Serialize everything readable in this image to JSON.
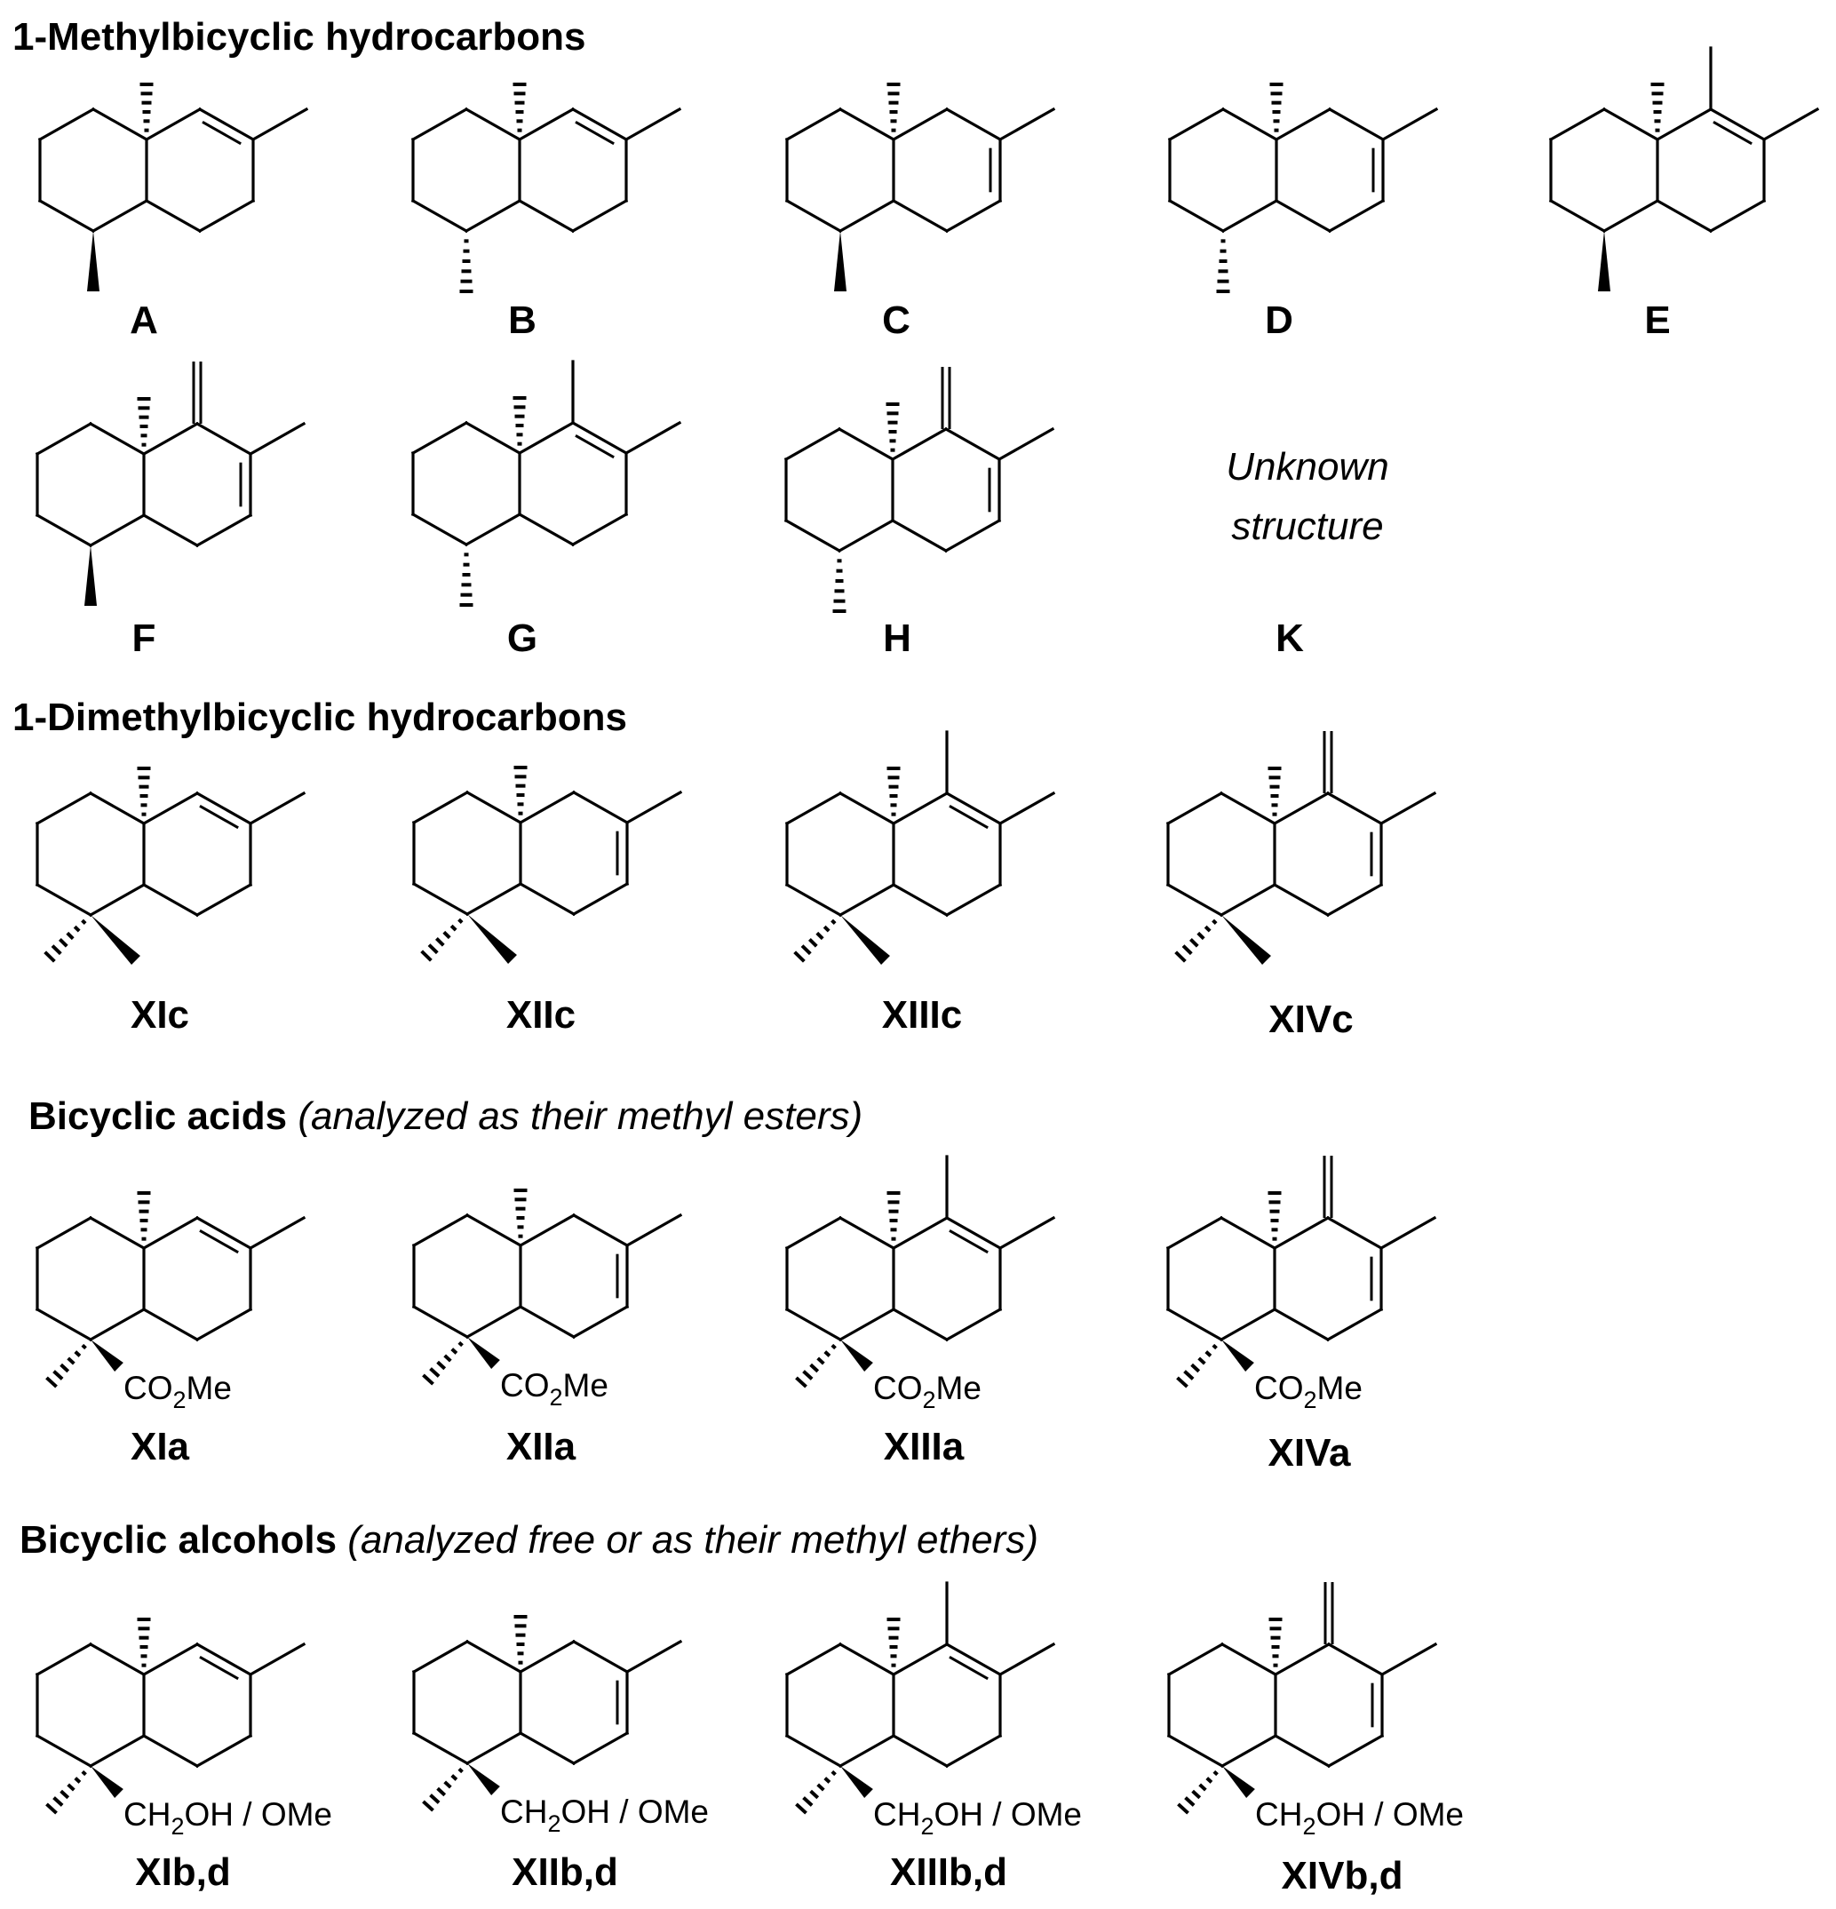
{
  "sections": [
    {
      "bold": "1-Methylbicyclic hydrocarbons",
      "italic": ""
    },
    {
      "bold": "1-Dimethylbicyclic hydrocarbons",
      "italic": ""
    },
    {
      "bold": "Bicyclic acids",
      "italic": "(analyzed as their methyl esters)"
    },
    {
      "bold": "Bicyclic alcohols",
      "italic": "(analyzed free or as their methyl ethers)"
    }
  ],
  "compounds": [
    {
      "id": "A",
      "label": "A",
      "alkene": "c7c8",
      "c4": "beta-methyl"
    },
    {
      "id": "B",
      "label": "B",
      "alkene": "c7c8",
      "c4": "alpha-methyl"
    },
    {
      "id": "C",
      "label": "C",
      "alkene": "c6c7",
      "c4": "beta-methyl"
    },
    {
      "id": "D",
      "label": "D",
      "alkene": "c6c7",
      "c4": "alpha-methyl"
    },
    {
      "id": "E",
      "label": "E",
      "alkene": "c7c8-8methyl",
      "c4": "beta-methyl"
    },
    {
      "id": "F",
      "label": "F",
      "alkene": "c6c7-8methylene",
      "c4": "beta-methyl"
    },
    {
      "id": "G",
      "label": "G",
      "alkene": "c7c8-8methyl",
      "c4": "alpha-methyl"
    },
    {
      "id": "H",
      "label": "H",
      "alkene": "c6c7-8methylene",
      "c4": "alpha-methyl"
    },
    {
      "id": "K",
      "label": "K",
      "unknown_text": [
        "Unknown",
        "structure"
      ]
    },
    {
      "id": "XIc",
      "label": "XIc",
      "alkene": "c7c8",
      "c4": "gem-dimethyl"
    },
    {
      "id": "XIIc",
      "label": "XIIc",
      "alkene": "c6c7",
      "c4": "gem-dimethyl"
    },
    {
      "id": "XIIIc",
      "label": "XIIIc",
      "alkene": "c7c8-8methyl",
      "c4": "gem-dimethyl"
    },
    {
      "id": "XIVc",
      "label": "XIVc",
      "alkene": "c6c7-8methylene",
      "c4": "gem-dimethyl"
    },
    {
      "id": "XIa",
      "label": "XIa",
      "alkene": "c7c8",
      "c4": "ester",
      "substituent": [
        "CO",
        "2",
        "Me"
      ]
    },
    {
      "id": "XIIa",
      "label": "XIIa",
      "alkene": "c6c7",
      "c4": "ester",
      "substituent": [
        "CO",
        "2",
        "Me"
      ]
    },
    {
      "id": "XIIIa",
      "label": "XIIIa",
      "alkene": "c7c8-8methyl",
      "c4": "ester",
      "substituent": [
        "CO",
        "2",
        "Me"
      ]
    },
    {
      "id": "XIVa",
      "label": "XIVa",
      "alkene": "c6c7-8methylene",
      "c4": "ester",
      "substituent": [
        "CO",
        "2",
        "Me"
      ]
    },
    {
      "id": "XIbd",
      "label": "XIb,d",
      "alkene": "c7c8",
      "c4": "alcohol",
      "substituent": [
        "CH",
        "2",
        "OH / OMe"
      ]
    },
    {
      "id": "XIIbd",
      "label": "XIIb,d",
      "alkene": "c6c7",
      "c4": "alcohol",
      "substituent": [
        "CH",
        "2",
        "OH / OMe"
      ]
    },
    {
      "id": "XIIIbd",
      "label": "XIIIb,d",
      "alkene": "c7c8-8methyl",
      "c4": "alcohol",
      "substituent": [
        "CH",
        "2",
        "OH / OMe"
      ]
    },
    {
      "id": "XIVbd",
      "label": "XIVb,d",
      "alkene": "c6c7-8methylene",
      "c4": "alcohol",
      "substituent": [
        "CH",
        "2",
        "OH / OMe"
      ]
    }
  ]
}
